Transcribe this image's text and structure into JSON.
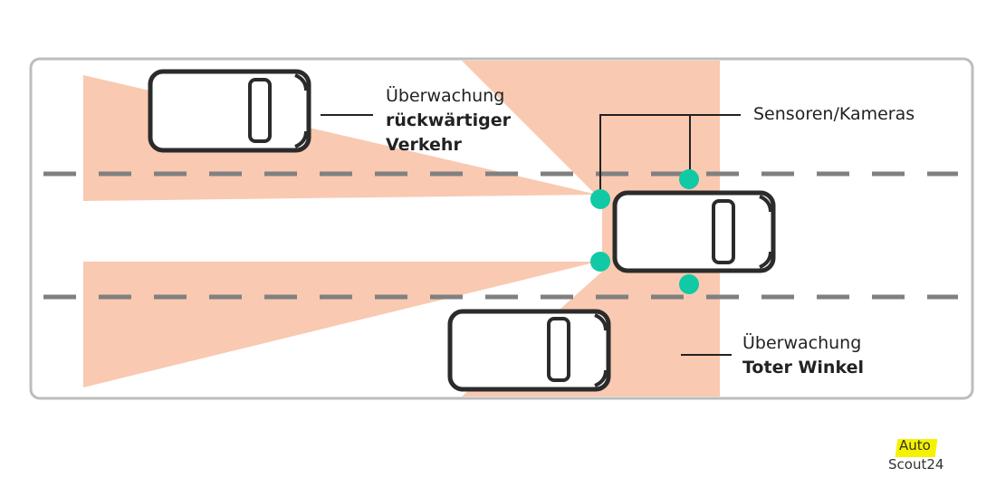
{
  "labels": {
    "rear_traffic_line1": "Überwachung",
    "rear_traffic_line2": "rückwärtiger",
    "rear_traffic_line3": "Verkehr",
    "sensors": "Sensoren/Kameras",
    "blind_spot_line1": "Überwachung",
    "blind_spot_line2": "Toter Winkel"
  },
  "logo": {
    "line1": "Auto",
    "line2": "Scout24"
  },
  "colors": {
    "zone": "#f9c9b1",
    "sensor": "#11c9a5",
    "outline": "#bdbdbd",
    "car_stroke": "#2b2b2b",
    "lane_dash": "#808080",
    "logo_highlight": "#f5f200"
  }
}
